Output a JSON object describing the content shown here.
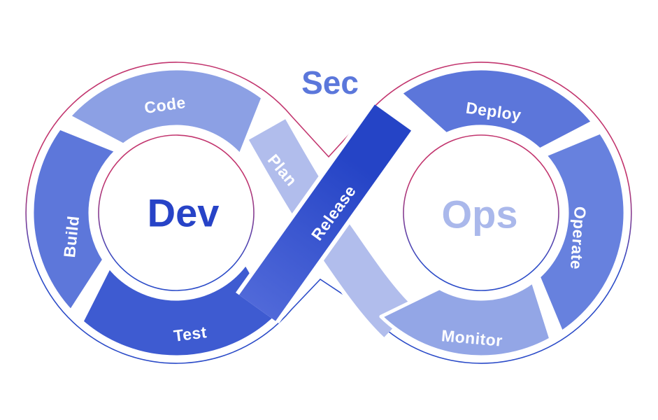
{
  "diagram": {
    "sec": "Sec",
    "dev": "Dev",
    "ops": "Ops",
    "segments": {
      "plan": "Plan",
      "code": "Code",
      "build": "Build",
      "test": "Test",
      "release": "Release",
      "deploy": "Deploy",
      "operate": "Operate",
      "monitor": "Monitor"
    },
    "colors": {
      "background": "#FFFFFF",
      "plan_band": "#B1BDEC",
      "code": "#8CA0E4",
      "build": "#5D77DA",
      "test": "#3E5BD1",
      "release_gradient_start": "#5069D9",
      "release_gradient_end": "#2544C6",
      "deploy": "#5C76DA",
      "operate": "#6781DE",
      "monitor": "#93A6E6",
      "dev_text": "#2743C7",
      "ops_text": "#AAB8EB",
      "sec_text": "#5B77DB",
      "segment_label_text": "#FFFFFF",
      "outline_crimson": "#C2356E",
      "outline_blue": "#2B4BC8"
    }
  }
}
